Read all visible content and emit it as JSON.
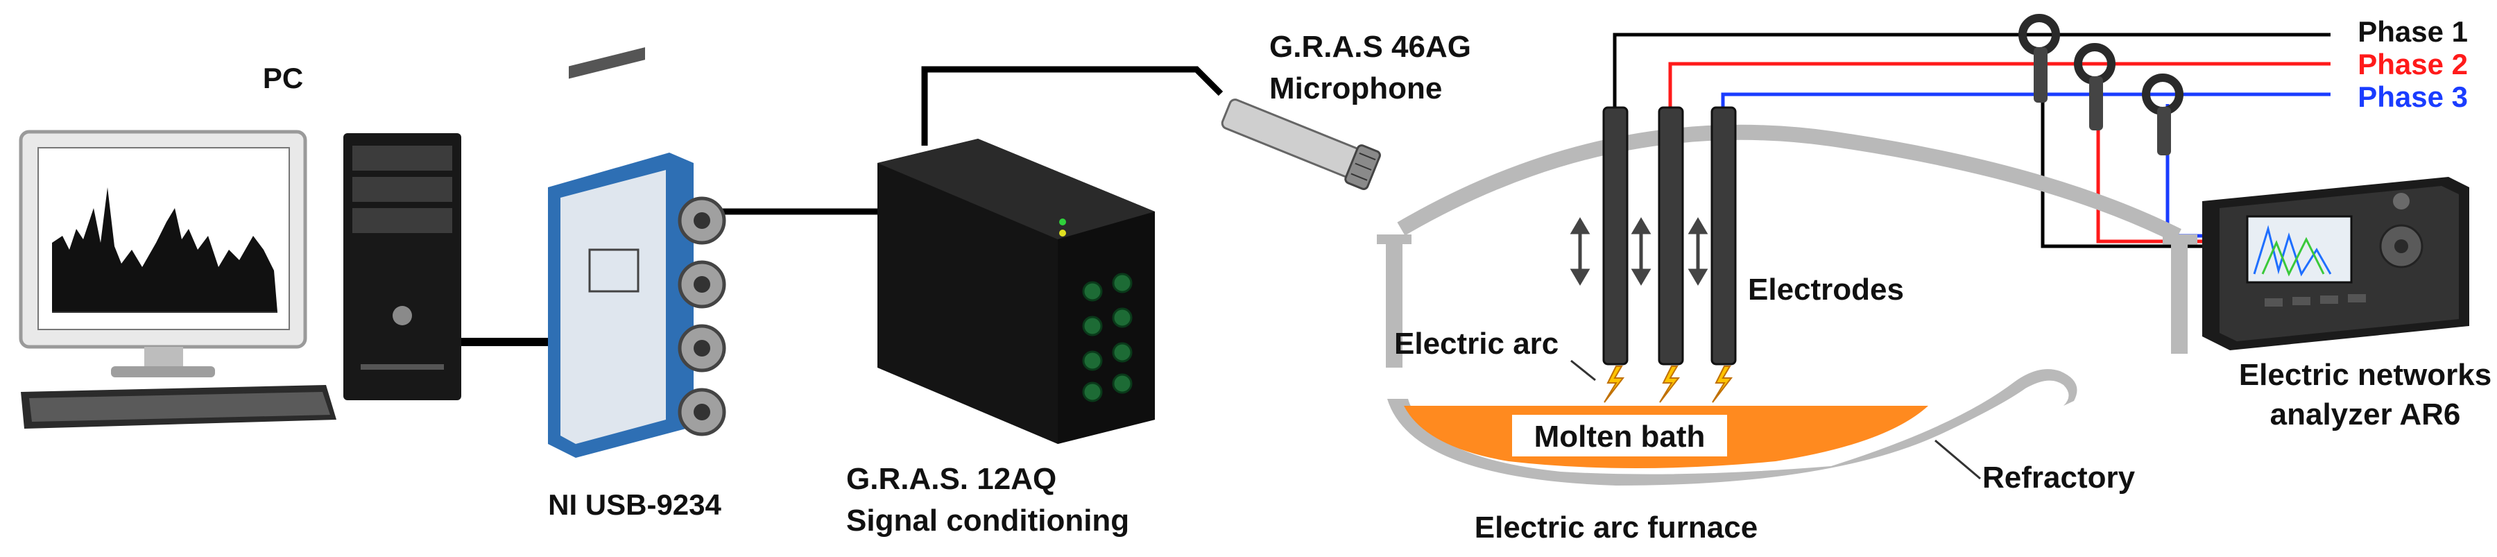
{
  "labels": {
    "pc": "PC",
    "ni": "NI USB-9234",
    "gras12_line1": "G.R.A.S. 12AQ",
    "gras12_line2": "Signal conditioning",
    "gras46_line1": "G.R.A.S  46AG",
    "gras46_line2": "Microphone",
    "electric_arc": "Electric arc",
    "electrodes": "Electrodes",
    "molten_bath": "Molten bath",
    "refractory": "Refractory",
    "furnace": "Electric arc furnace",
    "analyzer_line1": "Electric networks",
    "analyzer_line2": "analyzer AR6",
    "phase1": "Phase 1",
    "phase2": "Phase 2",
    "phase3": "Phase 3"
  },
  "colors": {
    "phase1": "#000000",
    "phase2": "#ff1a1a",
    "phase3": "#1a3cff",
    "refractory": "#b9b9b9",
    "molten_bath": "#ff8a1f",
    "arc": "#ffc400",
    "equipment": "#1c1c1c",
    "ni_module": "#2e6fb4"
  },
  "icons": {
    "pc": "desktop-computer-icon",
    "ni": "daq-module-icon",
    "conditioner": "signal-conditioner-icon",
    "microphone": "microphone-icon",
    "clamps": "current-clamp-icon",
    "analyzer": "handheld-analyzer-icon",
    "arc": "lightning-bolt-icon",
    "motion": "double-arrow-icon"
  }
}
